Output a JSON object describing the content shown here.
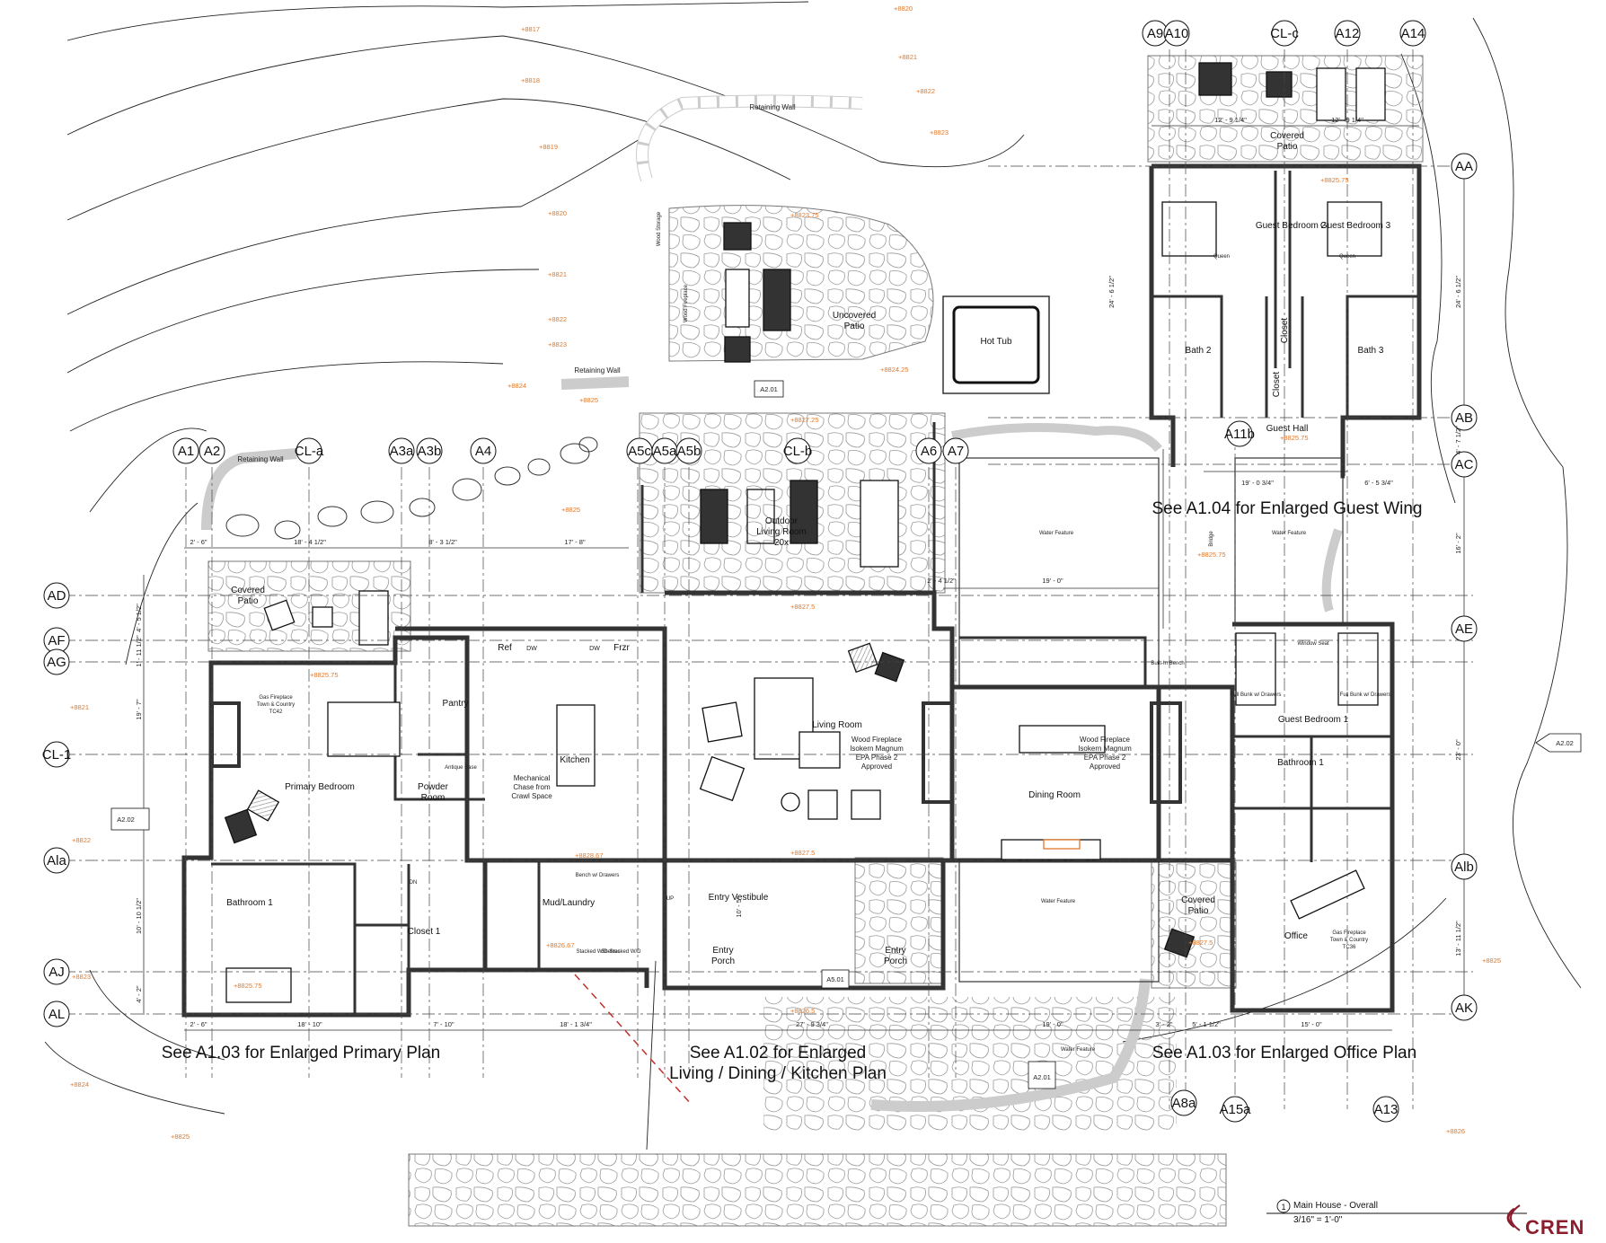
{
  "grid_top": [
    "A9",
    "A10",
    "CL-c",
    "A12",
    "A14"
  ],
  "grid_mid": [
    "A1",
    "A2",
    "CL-a",
    "A3a",
    "A3b",
    "A4",
    "A5c",
    "A5a",
    "A5b",
    "CL-b",
    "A6",
    "A7"
  ],
  "grid_left": [
    "AD",
    "AF",
    "AG",
    "CL-1",
    "Ala",
    "AJ",
    "AL"
  ],
  "grid_right": [
    "AA",
    "AB",
    "AC",
    "AE",
    "Alb",
    "AK"
  ],
  "grid_bottom": [
    "A8a",
    "A15a",
    "A13"
  ],
  "grid_misc": [
    "A11b"
  ],
  "notes": {
    "guest_wing": "See A1.04 for Enlarged Guest Wing",
    "primary": "See A1.03 for Enlarged Primary Plan",
    "living_1": "See A1.02 for Enlarged",
    "living_2": "Living / Dining / Kitchen Plan",
    "office": "See A1.03 for Enlarged Office Plan"
  },
  "rooms": {
    "guest_bed_2": "Guest Bedroom 2",
    "guest_bed_3": "Guest Bedroom 3",
    "bath_2": "Bath 2",
    "bath_3": "Bath 3",
    "closet_a": "Closet",
    "closet_b": "Closet",
    "guest_hall": "Guest Hall",
    "covered_patio_top_1": "Covered",
    "covered_patio_top_2": "Patio",
    "uncovered_patio_1": "Uncovered",
    "uncovered_patio_2": "Patio",
    "hot_tub": "Hot Tub",
    "outdoor_living_1": "Outdoor",
    "outdoor_living_2": "Living Room",
    "outdoor_living_3": "20x",
    "water_feature_a": "Water Feature",
    "water_feature_b": "Water Feature",
    "water_feature_c": "Water Feature",
    "water_feature_d": "Water Feature",
    "bridge": "Bridge",
    "covered_patio_left_1": "Covered",
    "covered_patio_left_2": "Patio",
    "pantry": "Pantry",
    "kitchen": "Kitchen",
    "mechanical_1": "Mechanical",
    "mechanical_2": "Chase from",
    "mechanical_3": "Crawl Space",
    "powder_1": "Powder",
    "powder_2": "Room",
    "primary_bedroom": "Primary Bedroom",
    "living_room": "Living Room",
    "wood_fp_1": "Wood Fireplace",
    "wood_fp_2": "Isokern Magnum",
    "wood_fp_3": "EPA Phase 2",
    "wood_fp_4": "Approved",
    "dining_room": "Dining Room",
    "guest_bed_1": "Guest Bedroom 1",
    "bathroom_1_right": "Bathroom 1",
    "bathroom_1_left": "Bathroom 1",
    "closet_1": "Closet 1",
    "mud_laundry": "Mud/Laundry",
    "entry_vestibule": "Entry Vestibule",
    "entry_porch_a_1": "Entry",
    "entry_porch_a_2": "Porch",
    "entry_porch_b_1": "Entry",
    "entry_porch_b_2": "Porch",
    "covered_patio_right_1": "Covered",
    "covered_patio_right_2": "Patio",
    "office": "Office",
    "retaining_wall_a": "Retaining Wall",
    "retaining_wall_b": "Retaining Wall",
    "retaining_wall_c": "Retaining Wall"
  },
  "small_labels": {
    "ref": "Ref",
    "dw_a": "DW",
    "dw_b": "DW",
    "frzr": "Frzr",
    "wood_storage": "Wood Storage",
    "wood_fireplace": "Wood Fireplace",
    "built_in_bench": "Built-In Bench",
    "window_seat": "Window Seat",
    "gas_fp_1": "Gas Fireplace",
    "gas_fp_2": "Town & Country",
    "gas_fp_3": "TC42",
    "gas_fp_office": "TC36",
    "bench": "Bench w/ Drawers",
    "queen_a": "Queen",
    "queen_b": "Queen",
    "antique_base": "Antique Base",
    "stacked_wd_a": "Stacked W/D",
    "stacked_wd_b": "Stacked W/D",
    "shelves": "Shelves",
    "full_bunk_a": "Full Bunk w/ Drawers",
    "full_bunk_b": "Full Bunk w/ Drawers",
    "dn": "DN",
    "up": "UP"
  },
  "elevations": [
    "+8820",
    "+8817",
    "+8818",
    "+8819",
    "+8820",
    "+8821",
    "+8822",
    "+8823",
    "+8824",
    "+8825",
    "+8821",
    "+8822",
    "+8823",
    "+8823.75",
    "+8824.25",
    "+8827.25",
    "+8825.75",
    "+8825.75",
    "+8827.5",
    "+8825.75",
    "+8826.67",
    "+8827.5",
    "+8826.5",
    "+8828.67",
    "+8825",
    "+8826",
    "+8824",
    "+8825",
    "+8825",
    "+8827.5",
    "+8825.75",
    "+8825.75",
    "+8823",
    "+8822",
    "+8821"
  ],
  "dimensions": {
    "d1": "2' - 6\"",
    "d2": "18' - 4 1/2\"",
    "d3": "8' - 3 1/2\"",
    "d4": "17' - 8\"",
    "d5": "2' - 4 1/2\"",
    "d6": "19' - 0\"",
    "d7": "2' - 6\"",
    "d8": "18' - 10\"",
    "d9": "7' - 10\"",
    "d10": "18' - 1 3/4\"",
    "d11": "27' - 9 3/4\"",
    "d12": "19' - 0\"",
    "d13": "3' - 2\"",
    "d14": "5' - 1 1/2\"",
    "d15": "15' - 0\"",
    "d16": "12' - 9 1/4\"",
    "d17": "12' - 9 1/4\"",
    "d18": "24' - 6 1/2\"",
    "d19": "24' - 6 1/2\"",
    "d20": "4' - 7 1/2\"",
    "d21": "19' - 0 3/4\"",
    "d22": "6' - 5 3/4\"",
    "d23": "16' - 2\"",
    "d24": "23' - 0\"",
    "d25": "13' - 11 1/2\"",
    "d26": "4' - 5 1/2\"",
    "d27": "1' - 11 1/2\"",
    "d28": "19' - 7\"",
    "d29": "10' - 10 1/2\"",
    "d30": "4' - 2\"",
    "d31": "10' - 5\""
  },
  "section_tags": [
    "A2.01",
    "A2.02",
    "A2.02",
    "A5.01",
    "A2.01"
  ],
  "title_block": {
    "number": "1",
    "name": "Main House - Overall",
    "scale": "3/16\" = 1'-0\""
  },
  "logo": "CREN",
  "colors": {
    "line": "#111111",
    "elev": "#e07a2c",
    "logo": "#8b1d2c",
    "stone": "#8a8a8a",
    "wall": "#333333"
  }
}
